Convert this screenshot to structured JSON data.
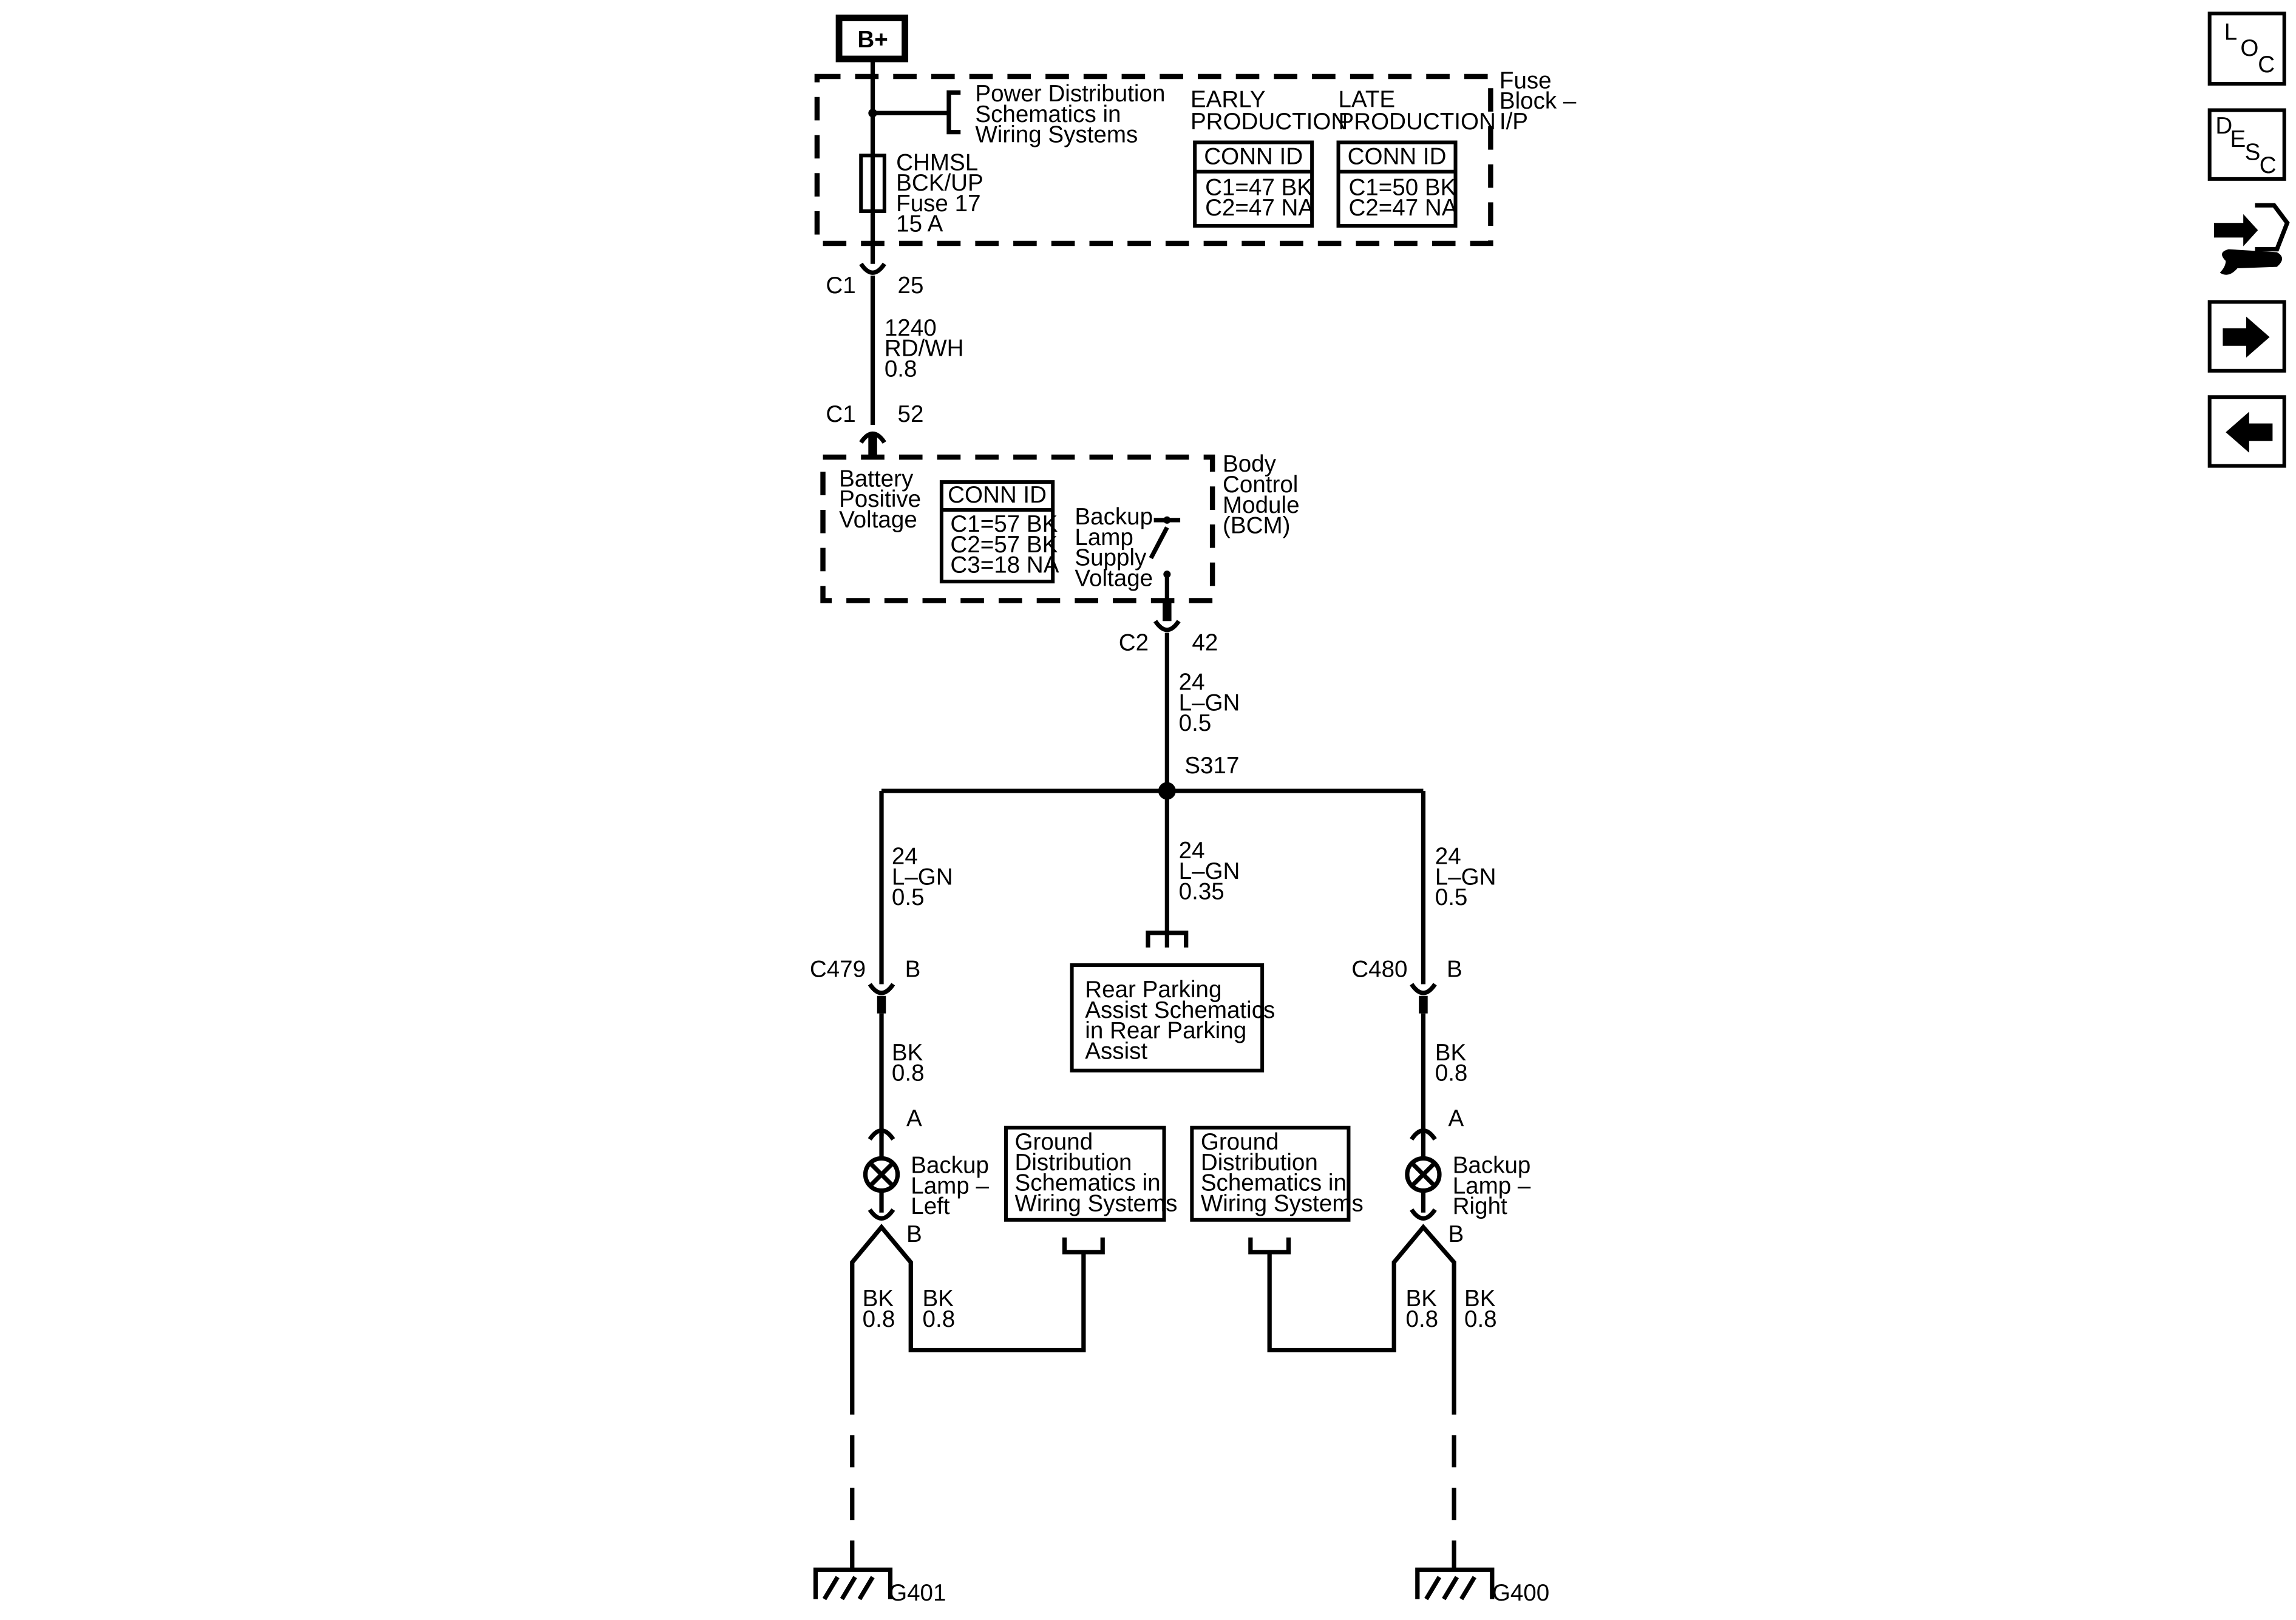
{
  "power": {
    "label": "B+"
  },
  "fuse_block": {
    "name_lines": [
      "Fuse",
      "Block –",
      "I/P"
    ],
    "ref_lines": [
      "Power Distribution",
      "Schematics in",
      "Wiring Systems"
    ],
    "fuse_lines": [
      "CHMSL",
      "BCK/UP",
      "Fuse 17",
      "15 A"
    ],
    "early": {
      "heading_lines": [
        "EARLY",
        "PRODUCTION"
      ],
      "conn_header": "CONN ID",
      "rows": [
        "C1=47 BK",
        "C2=47 NA"
      ]
    },
    "late": {
      "heading_lines": [
        "LATE",
        "PRODUCTION"
      ],
      "conn_header": "CONN ID",
      "rows": [
        "C1=50 BK",
        "C2=47 NA"
      ]
    }
  },
  "connectors": {
    "fuse_out": {
      "name": "C1",
      "pin": "25"
    },
    "bcm_in": {
      "name": "C1",
      "pin": "52"
    },
    "bcm_out": {
      "name": "C2",
      "pin": "42"
    },
    "left": {
      "name": "C479",
      "pin": "B"
    },
    "right": {
      "name": "C480",
      "pin": "B"
    }
  },
  "wires": {
    "fuse_to_bcm": [
      "1240",
      "RD/WH",
      "0.8"
    ],
    "bcm_to_splice": [
      "24",
      "L–GN",
      "0.5"
    ],
    "left_branch": [
      "24",
      "L–GN",
      "0.5"
    ],
    "center_branch": [
      "24",
      "L–GN",
      "0.35"
    ],
    "right_branch": [
      "24",
      "L–GN",
      "0.5"
    ],
    "left_lamp_feed": [
      "BK",
      "0.8"
    ],
    "right_lamp_feed": [
      "BK",
      "0.8"
    ],
    "left_ground_a": [
      "BK",
      "0.8"
    ],
    "left_ground_b": [
      "BK",
      "0.8"
    ],
    "right_ground_a": [
      "BK",
      "0.8"
    ],
    "right_ground_b": [
      "BK",
      "0.8"
    ]
  },
  "bcm": {
    "name_lines": [
      "Body",
      "Control",
      "Module",
      "(BCM)"
    ],
    "input_lines": [
      "Battery",
      "Positive",
      "Voltage"
    ],
    "conn_header": "CONN ID",
    "rows": [
      "C1=57 BK",
      "C2=57 BK",
      "C3=18 NA"
    ],
    "output_lines": [
      "Backup",
      "Lamp",
      "Supply",
      "Voltage"
    ]
  },
  "splice": {
    "label": "S317"
  },
  "rear_park": {
    "lines": [
      "Rear Parking",
      "Assist Schematics",
      "in Rear Parking",
      "Assist"
    ]
  },
  "ground_ref_left": {
    "lines": [
      "Ground",
      "Distribution",
      "Schematics in",
      "Wiring Systems"
    ]
  },
  "ground_ref_right": {
    "lines": [
      "Ground",
      "Distribution",
      "Schematics in",
      "Wiring Systems"
    ]
  },
  "lamp_left": {
    "lines": [
      "Backup",
      "Lamp –",
      "Left"
    ],
    "pin_top": "A",
    "pin_bottom": "B"
  },
  "lamp_right": {
    "lines": [
      "Backup",
      "Lamp –",
      "Right"
    ],
    "pin_top": "A",
    "pin_bottom": "B"
  },
  "grounds": {
    "left": "G401",
    "right": "G400"
  },
  "nav": {
    "loc_letters": [
      "L",
      "O",
      "C"
    ],
    "desc_letters": [
      "D",
      "E",
      "S",
      "C"
    ]
  }
}
